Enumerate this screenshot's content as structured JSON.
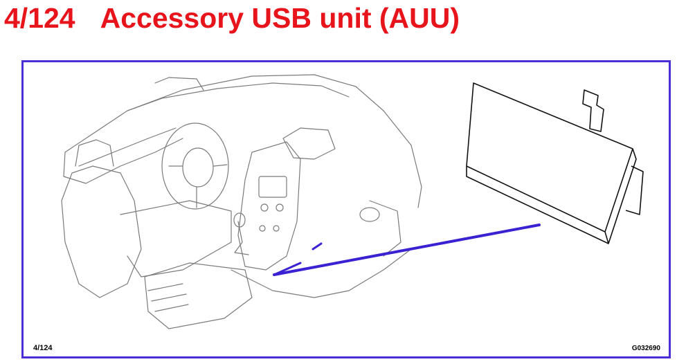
{
  "header": {
    "number": "4/124",
    "title": "Accessory USB unit (AUU)"
  },
  "figure": {
    "ref_left": "4/124",
    "ref_right": "G032690"
  },
  "colors": {
    "title": "#e8141c",
    "frame": "#4a2fd6",
    "pointer": "#3a22d2",
    "line_art": "#7a7a7a"
  }
}
